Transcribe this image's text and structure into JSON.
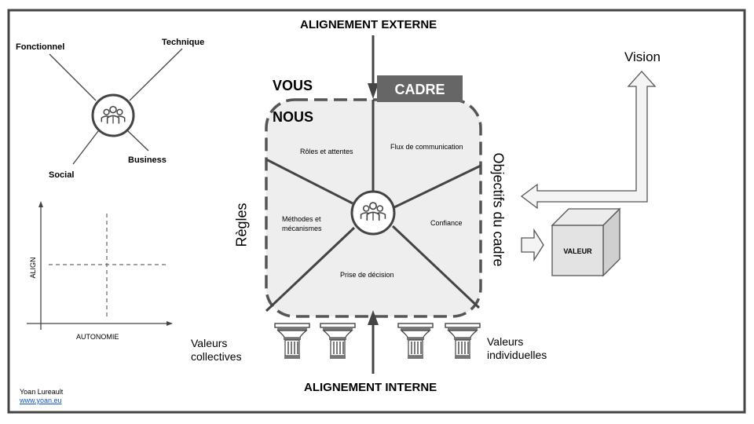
{
  "top_label": "ALIGNEMENT EXTERNE",
  "bottom_label": "ALIGNEMENT INTERNE",
  "vous": "VOUS",
  "nous": "NOUS",
  "cadre": "CADRE",
  "regles": "Règles",
  "objectifs": "Objectifs du cadre",
  "vision": "Vision",
  "valeur": "VALEUR",
  "sections": {
    "roles": "Rôles et attentes",
    "flux": "Flux de communication",
    "methodes_1": "Méthodes et",
    "methodes_2": "mécanismes",
    "confiance": "Confiance",
    "decision": "Prise de décision"
  },
  "team_dims": {
    "fonctionnel": "Fonctionnel",
    "technique": "Technique",
    "social": "Social",
    "business": "Business"
  },
  "matrix": {
    "xlabel": "AUTONOMIE",
    "ylabel": "ALIGN"
  },
  "valeurs_collectives_1": "Valeurs",
  "valeurs_collectives_2": "collectives",
  "valeurs_individuelles_1": "Valeurs",
  "valeurs_individuelles_2": "individuelles",
  "author": "Yoan Lureault",
  "website": "www.yoan.eu",
  "colors": {
    "frame": "#444444",
    "cadre_bg": "#666666",
    "panel_bg": "#eeeeee",
    "link": "#1155cc"
  }
}
